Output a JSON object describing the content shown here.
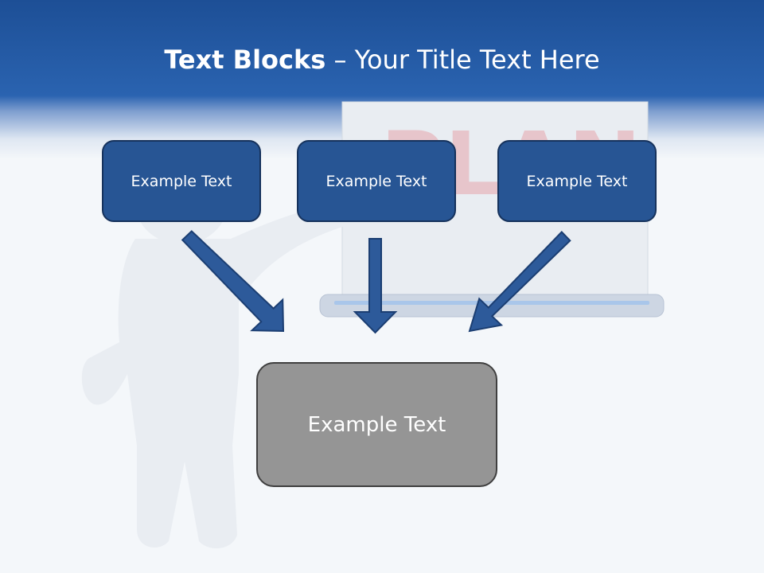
{
  "slide": {
    "title_bold": "Text Blocks",
    "title_dash": " – ",
    "title_rest": "Your Title Text Here"
  },
  "background": {
    "board_word": "PLAN"
  },
  "blocks": [
    {
      "label": "Example Text"
    },
    {
      "label": "Example Text"
    },
    {
      "label": "Example Text"
    }
  ],
  "result_block": {
    "label": "Example Text"
  },
  "colors": {
    "header_blue": "#2a63b0",
    "block_blue": "#275594",
    "block_border": "#16325c",
    "result_gray": "#959595",
    "arrow_blue": "#2d5a9a"
  }
}
